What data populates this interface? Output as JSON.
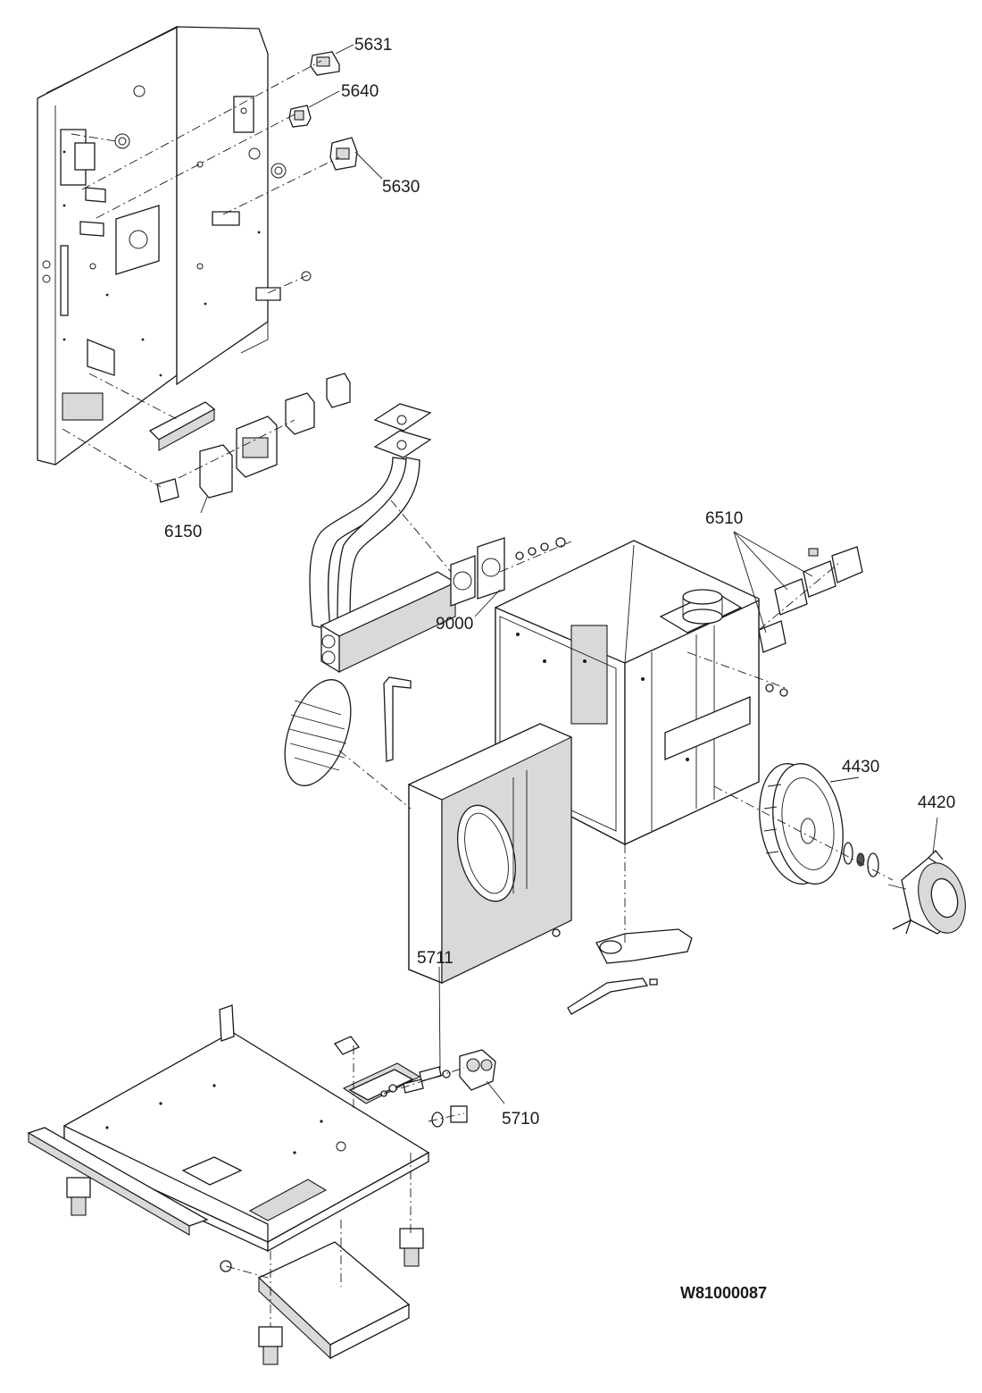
{
  "diagram": {
    "drawing_number": "W81000087",
    "callouts": [
      {
        "id": "5631",
        "label": "5631"
      },
      {
        "id": "5640",
        "label": "5640"
      },
      {
        "id": "5630",
        "label": "5630"
      },
      {
        "id": "6150",
        "label": "6150"
      },
      {
        "id": "6510",
        "label": "6510"
      },
      {
        "id": "9000",
        "label": "9000"
      },
      {
        "id": "4430",
        "label": "4430"
      },
      {
        "id": "4420",
        "label": "4420"
      },
      {
        "id": "5711",
        "label": "5711"
      },
      {
        "id": "5710",
        "label": "5710"
      }
    ]
  }
}
